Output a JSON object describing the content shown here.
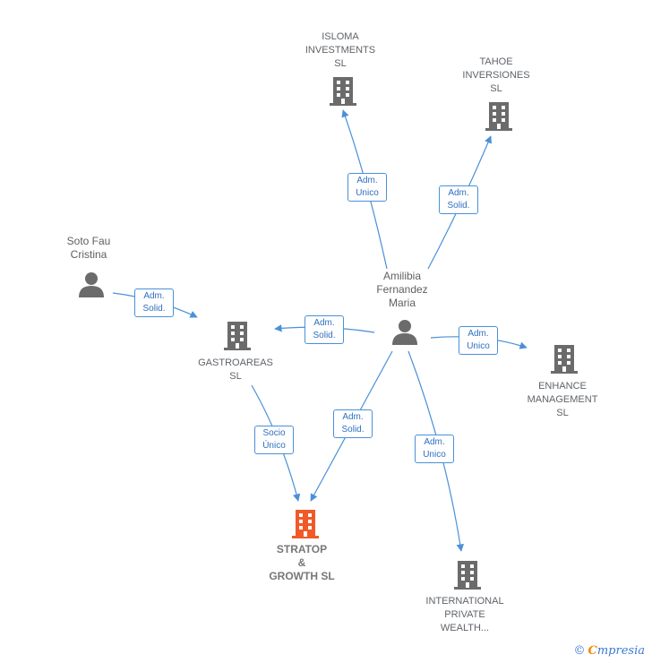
{
  "colors": {
    "company": "#6b6b6b",
    "main": "#f05a28",
    "person": "#6b6b6b",
    "edge": "#4a90d9"
  },
  "nodes": {
    "isloma": {
      "label": "ISLOMA\nINVESTMENTS\nSL",
      "icon": "building-icon"
    },
    "tahoe": {
      "label": "TAHOE\nINVERSIONES\nSL",
      "icon": "building-icon"
    },
    "soto": {
      "label": "Soto Fau\nCristina",
      "icon": "person-icon"
    },
    "amilibia": {
      "label": "Amilibia\nFernandez\nMaria",
      "icon": "person-icon"
    },
    "gastroareas": {
      "label": "GASTROAREAS\nSL",
      "icon": "building-icon"
    },
    "enhance": {
      "label": "ENHANCE\nMANAGEMENT\nSL",
      "icon": "building-icon"
    },
    "stratop": {
      "label": "STRATOP\n&\nGROWTH  SL",
      "icon": "building-icon"
    },
    "international": {
      "label": "INTERNATIONAL\nPRIVATE\nWEALTH...",
      "icon": "building-icon"
    }
  },
  "edges": {
    "isloma": "Adm.\nUnico",
    "tahoe": "Adm.\nSolid.",
    "soto_gastro": "Adm.\nSolid.",
    "amilibia_gastro": "Adm.\nSolid.",
    "enhance": "Adm.\nUnico",
    "gastro_stratop": "Socio\nÚnico",
    "amilibia_stratop": "Adm.\nSolid.",
    "international": "Adm.\nUnico"
  },
  "brand": {
    "copyright": "©",
    "name_first": "C",
    "name_rest": "mpresia"
  }
}
